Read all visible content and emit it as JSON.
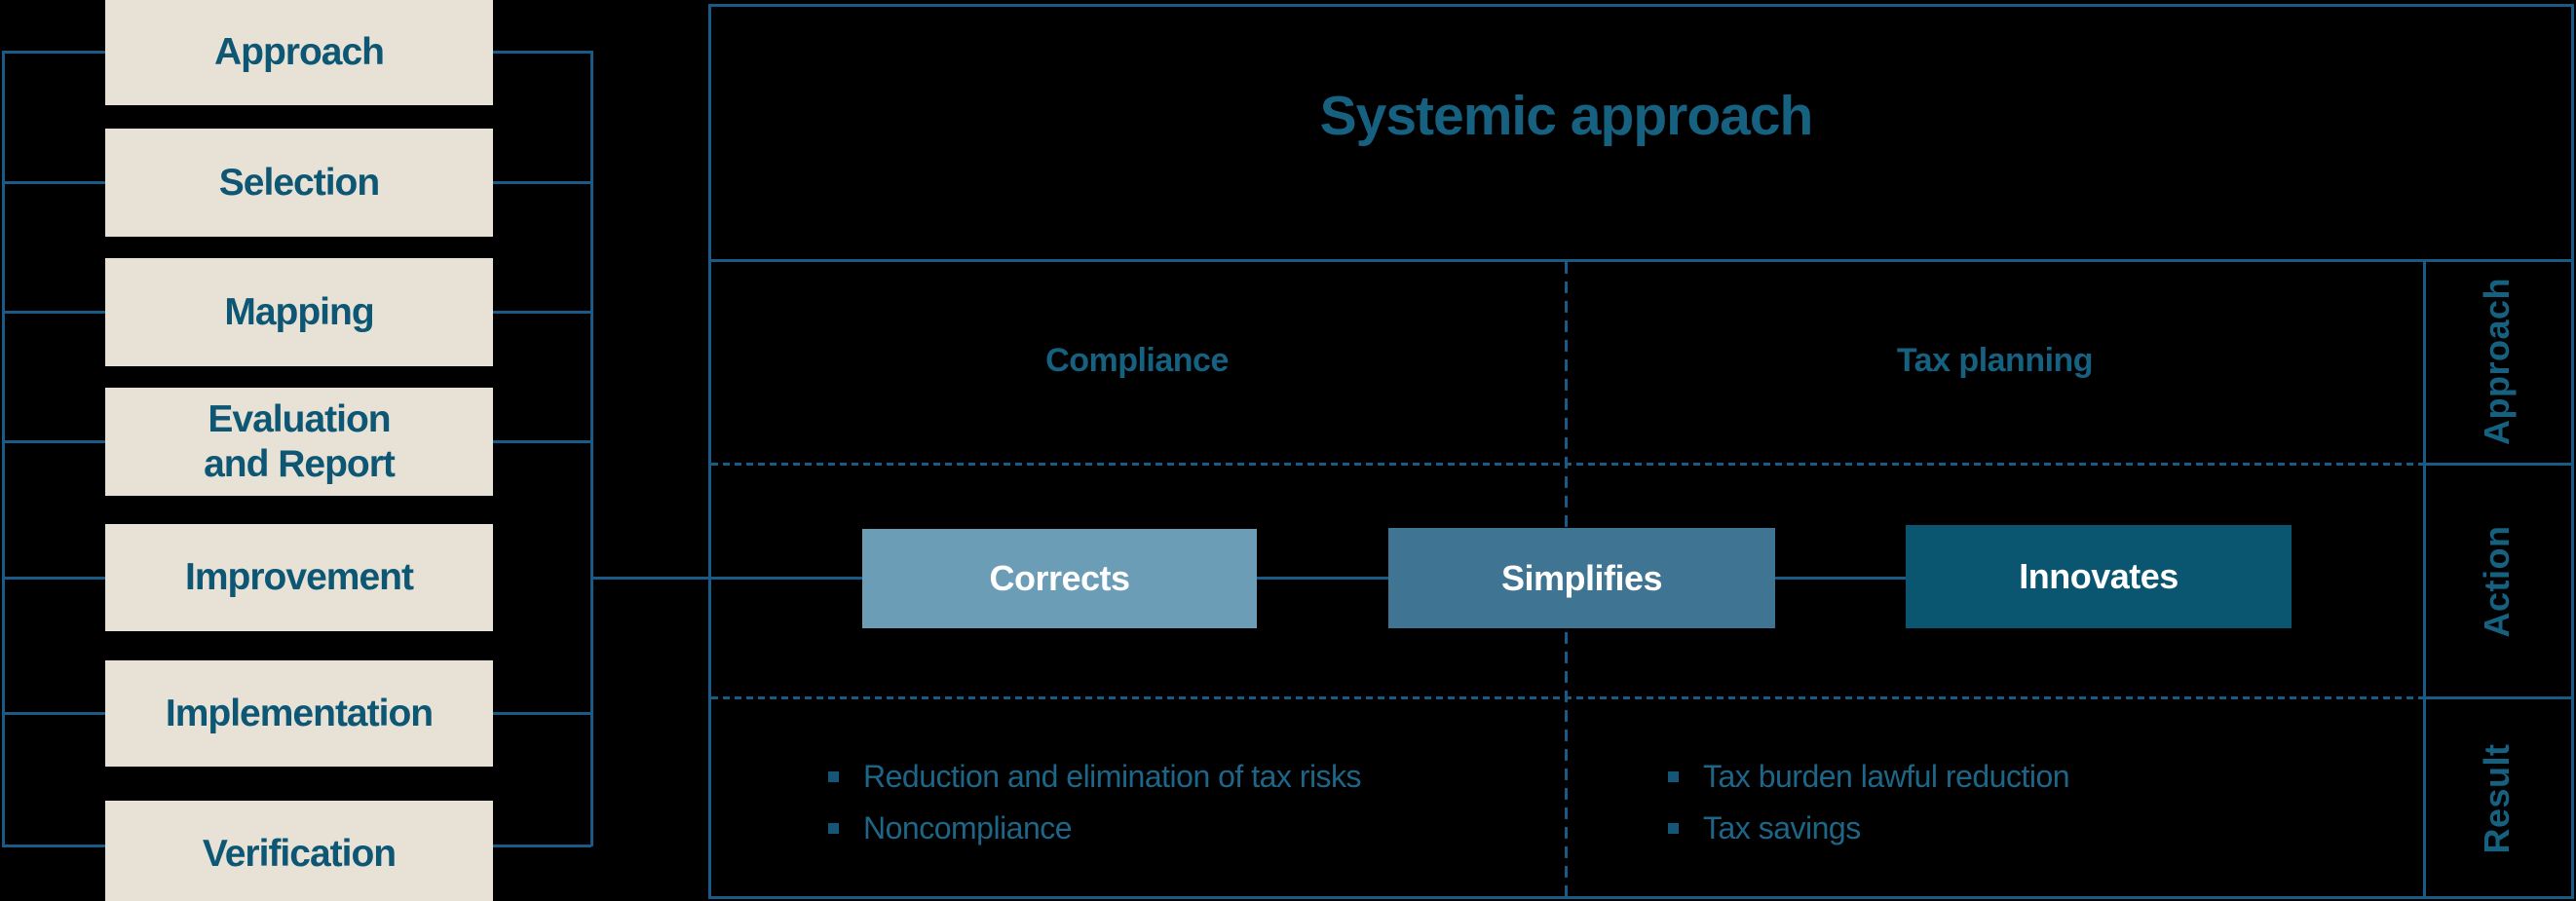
{
  "colors": {
    "background": "#000000",
    "line": "#1a5a87",
    "box_fill": "#e7e2d5",
    "box_text": "#0d5674",
    "teal": "#166080",
    "bullet": "#14567a",
    "bullet_text": "#1d6687",
    "btn_text": "#ffffff",
    "btn_corrects": "#6c9db7",
    "btn_simplifies": "#3f7492",
    "btn_innovates": "#0a5570"
  },
  "flow_steps": [
    {
      "label": "Approach"
    },
    {
      "label": "Selection"
    },
    {
      "label": "Mapping"
    },
    {
      "label": "Evaluation\nand Report"
    },
    {
      "label": "Improvement"
    },
    {
      "label": "Implementation"
    },
    {
      "label": "Verification"
    }
  ],
  "panel": {
    "title": "Systemic approach",
    "column_headers": [
      {
        "label": "Compliance"
      },
      {
        "label": "Tax planning"
      }
    ],
    "buttons": [
      {
        "label": "Corrects"
      },
      {
        "label": "Simplifies"
      },
      {
        "label": "Innovates"
      }
    ],
    "row_labels": [
      {
        "label": "Approach"
      },
      {
        "label": "Action"
      },
      {
        "label": "Result"
      }
    ],
    "compliance_results": [
      {
        "text": "Reduction and elimination of tax risks"
      },
      {
        "text": "Noncompliance"
      }
    ],
    "tax_planning_results": [
      {
        "text": "Tax burden lawful reduction"
      },
      {
        "text": "Tax savings"
      }
    ]
  }
}
